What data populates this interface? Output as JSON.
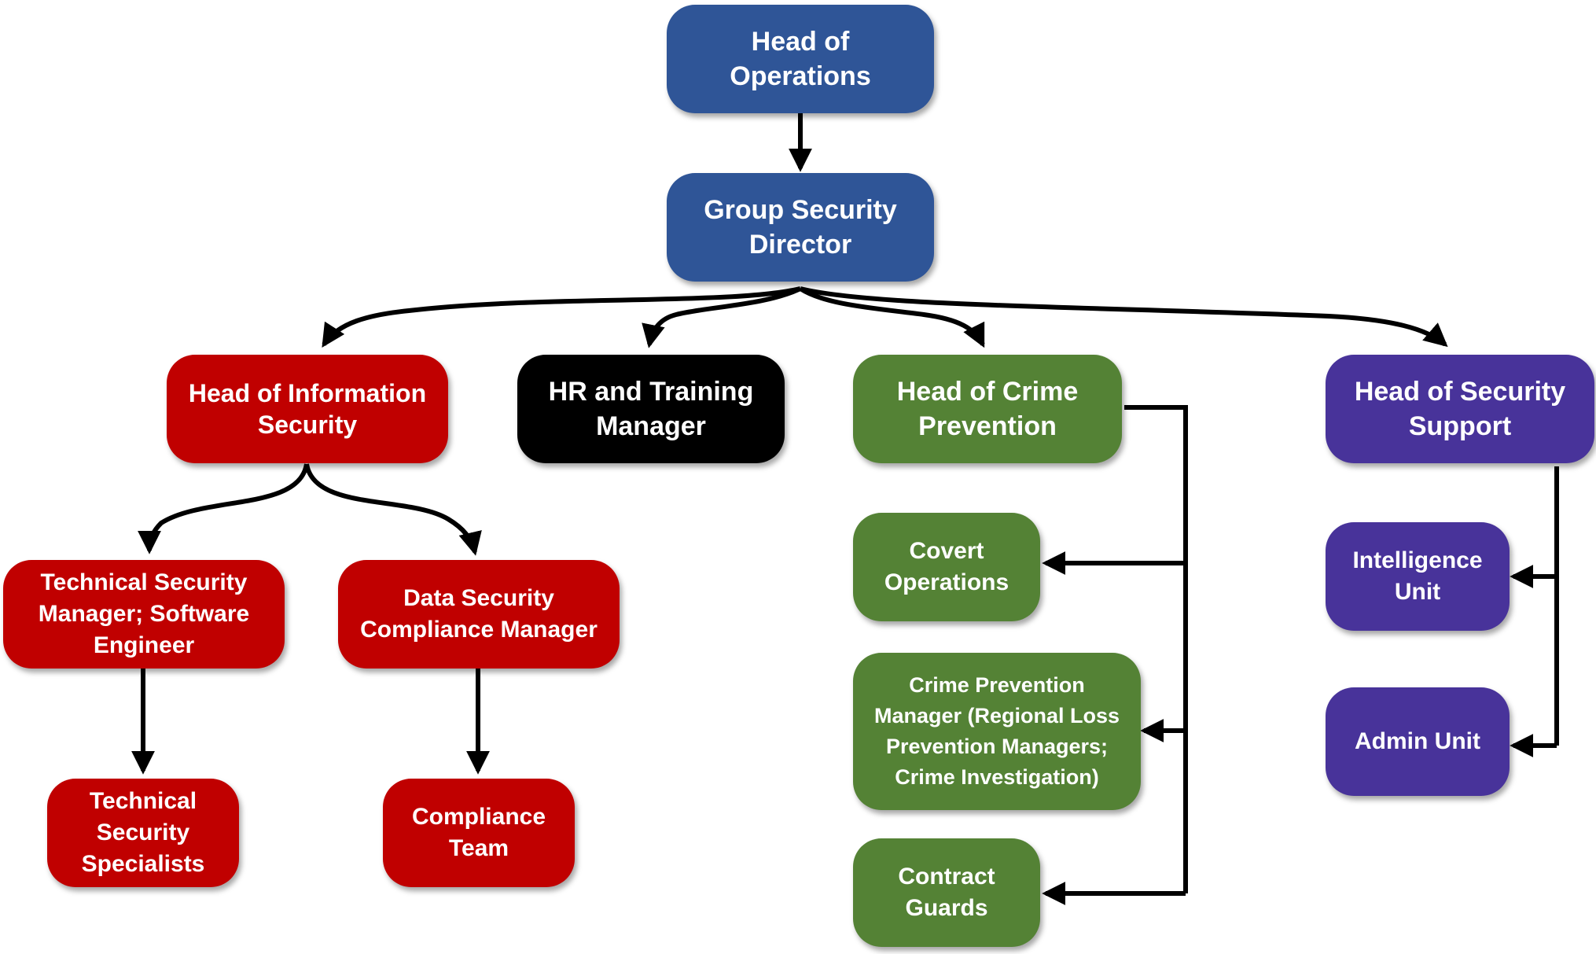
{
  "nodes": {
    "head_of_operations": "Head of Operations",
    "group_security_director": "Group Security Director",
    "head_info_security": "Head of Information Security",
    "hr_training_manager": "HR and Training Manager",
    "head_crime_prevention": "Head of Crime Prevention",
    "head_security_support": "Head of Security Support",
    "technical_security_manager": "Technical Security Manager; Software Engineer",
    "data_security_compliance_manager": "Data Security Compliance Manager",
    "technical_security_specialists": "Technical Security Specialists",
    "compliance_team": "Compliance Team",
    "covert_operations": "Covert Operations",
    "crime_prevention_manager": "Crime Prevention Manager (Regional Loss Prevention Managers; Crime Investigation)",
    "contract_guards": "Contract Guards",
    "intelligence_unit": "Intelligence Unit",
    "admin_unit": "Admin Unit"
  },
  "colors": {
    "executive": "#2f5597",
    "information_security": "#c00000",
    "hr_training": "#000000",
    "crime_prevention": "#548235",
    "security_support": "#48339a",
    "connector": "#000000"
  }
}
